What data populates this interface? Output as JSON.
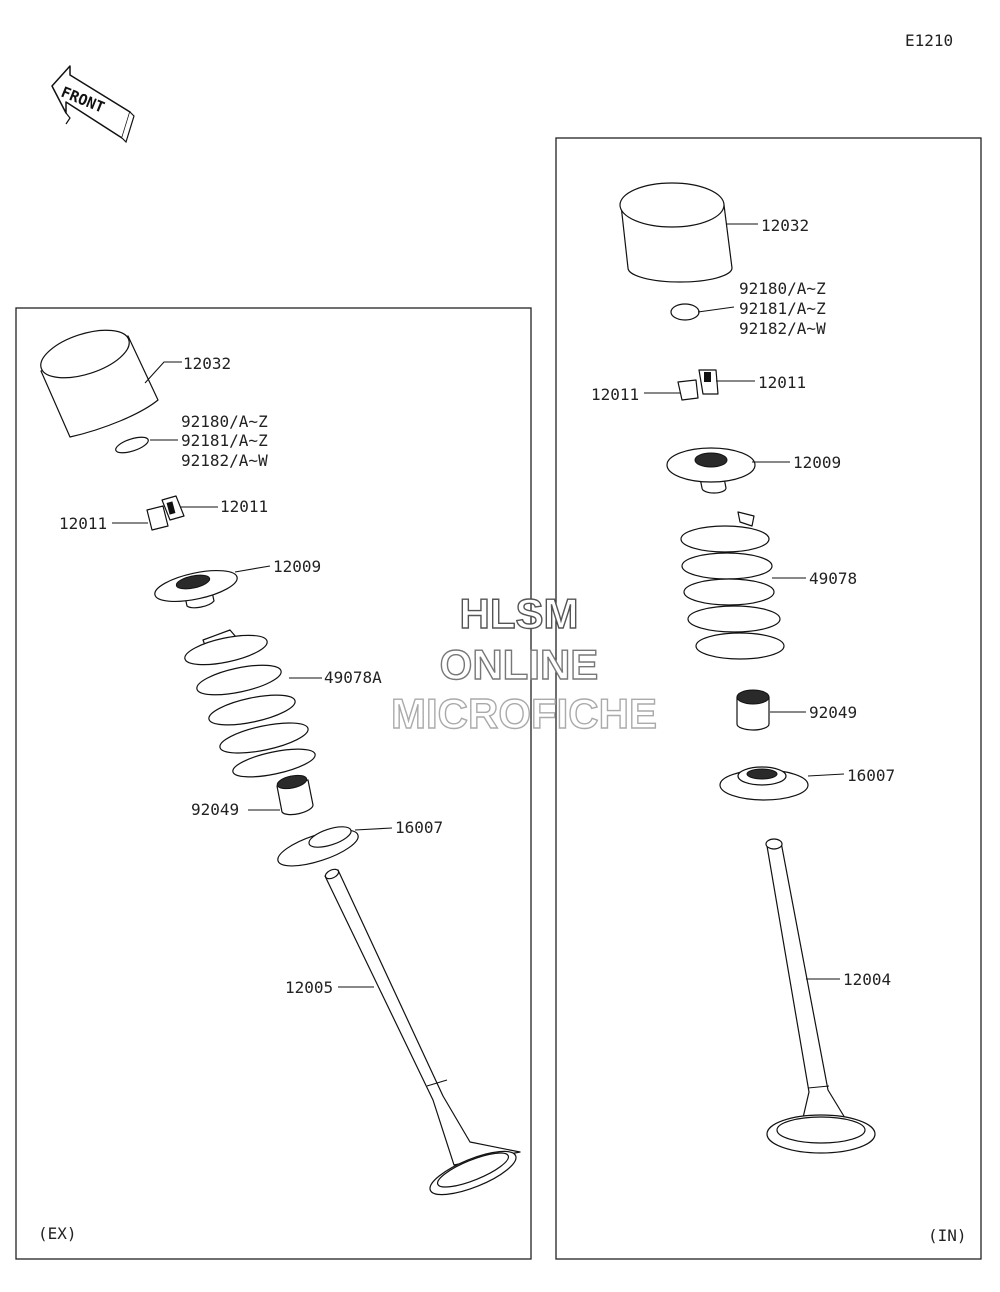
{
  "diagram_code": "E1210",
  "front_label": "FRONT",
  "panels": {
    "exhaust": {
      "tag": "(EX)",
      "labels": {
        "tappet": "12032",
        "shim_1": "92180/A~Z",
        "shim_2": "92181/A~Z",
        "shim_3": "92182/A~W",
        "cotter_right": "12011",
        "cotter_left": "12011",
        "retainer": "12009",
        "spring": "49078A",
        "stem_seal": "92049",
        "spring_seat": "16007",
        "valve": "12005"
      }
    },
    "intake": {
      "tag": "(IN)",
      "labels": {
        "tappet": "12032",
        "shim_1": "92180/A~Z",
        "shim_2": "92181/A~Z",
        "shim_3": "92182/A~W",
        "cotter_left": "12011",
        "cotter_right": "12011",
        "retainer": "12009",
        "spring": "49078",
        "stem_seal": "92049",
        "spring_seat": "16007",
        "valve": "12004"
      }
    }
  },
  "watermark": {
    "line1": "HLSM",
    "line2": "ONLINE",
    "line3": "MICROFICHE"
  }
}
